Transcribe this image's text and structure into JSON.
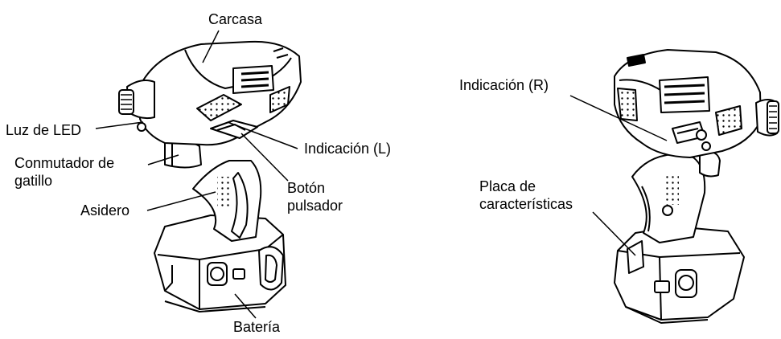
{
  "left_view": {
    "labels": {
      "carcasa": "Carcasa",
      "luz_led": "Luz de LED",
      "conmutador_line1": "Conmutador de",
      "conmutador_line2": "gatillo",
      "asidero": "Asidero",
      "indicacion_l": "Indicación (L)",
      "boton_line1": "Botón",
      "boton_line2": "pulsador",
      "bateria": "Batería"
    }
  },
  "right_view": {
    "labels": {
      "indicacion_r": "Indicación (R)",
      "placa_line1": "Placa de",
      "placa_line2": "características"
    }
  },
  "colors": {
    "line": "#000000",
    "shade": "#555555",
    "background": "#ffffff"
  }
}
